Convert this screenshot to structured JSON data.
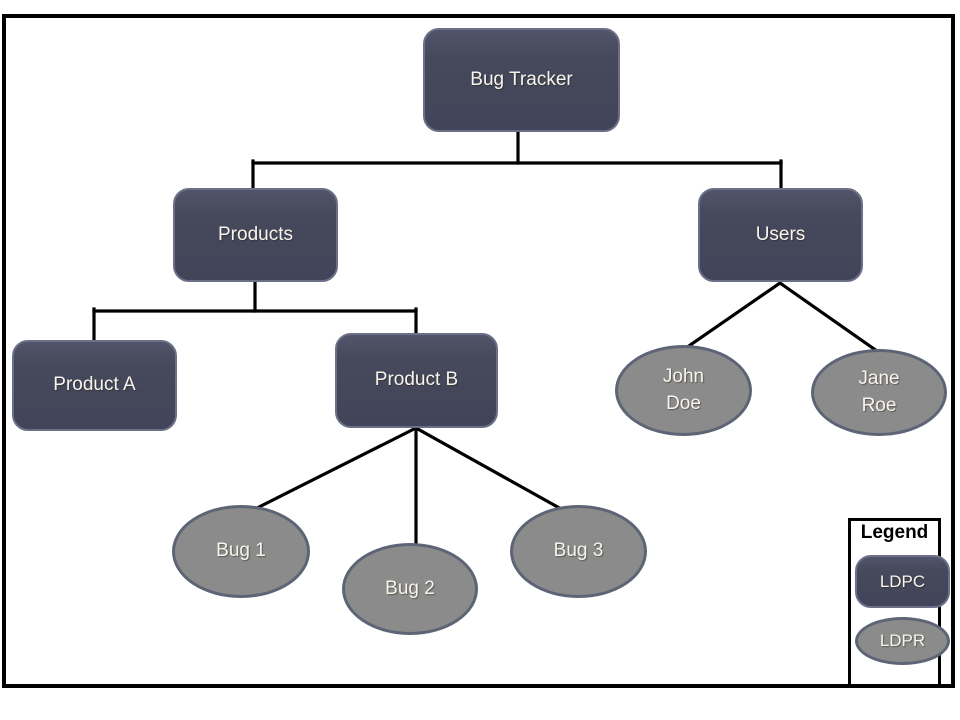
{
  "diagram": {
    "type": "organization-tree",
    "nodes": {
      "bug_tracker": {
        "label": "Bug Tracker",
        "shape": "rounded-rectangle"
      },
      "products": {
        "label": "Products",
        "shape": "rounded-rectangle"
      },
      "users": {
        "label": "Users",
        "shape": "rounded-rectangle"
      },
      "product_a": {
        "label": "Product A",
        "shape": "rounded-rectangle"
      },
      "product_b": {
        "label": "Product B",
        "shape": "rounded-rectangle"
      },
      "bug_1": {
        "label": "Bug 1",
        "shape": "ellipse"
      },
      "bug_2": {
        "label": "Bug 2",
        "shape": "ellipse"
      },
      "bug_3": {
        "label": "Bug 3",
        "shape": "ellipse"
      },
      "john_doe": {
        "label": "John\nDoe",
        "shape": "ellipse"
      },
      "jane_roe": {
        "label": "Jane\nRoe",
        "shape": "ellipse"
      }
    },
    "edges": [
      {
        "from": "bug_tracker",
        "to": "products"
      },
      {
        "from": "bug_tracker",
        "to": "users"
      },
      {
        "from": "products",
        "to": "product_a"
      },
      {
        "from": "products",
        "to": "product_b"
      },
      {
        "from": "product_b",
        "to": "bug_1"
      },
      {
        "from": "product_b",
        "to": "bug_2"
      },
      {
        "from": "product_b",
        "to": "bug_3"
      },
      {
        "from": "users",
        "to": "john_doe"
      },
      {
        "from": "users",
        "to": "jane_roe"
      }
    ],
    "legend": {
      "title": "Legend",
      "items": [
        {
          "label": "LDPC",
          "shape": "rounded-rectangle"
        },
        {
          "label": "LDPR",
          "shape": "ellipse"
        }
      ]
    },
    "colors": {
      "rect_fill": "#46485b",
      "rect_border": "#6b7088",
      "ellipse_fill": "#8b8b8b",
      "ellipse_border": "#5d6476",
      "node_text": "#f6f4ef",
      "connector": "#000000",
      "frame_border": "#000000",
      "legend_text": "#000000",
      "background": "#ffffff"
    }
  }
}
